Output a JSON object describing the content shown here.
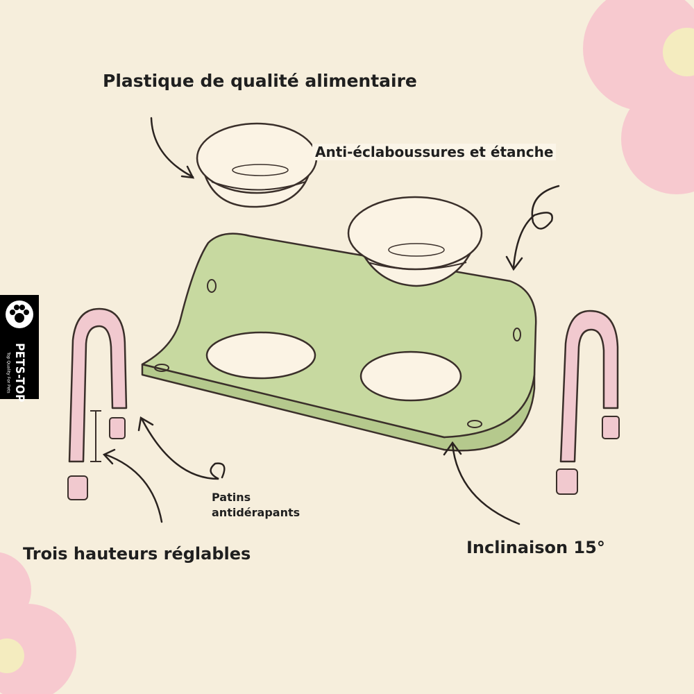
{
  "labels": {
    "food_grade_plastic": "Plastique de qualité alimentaire",
    "splash_proof": "Anti-éclaboussures et étanche",
    "non_slip_pads": "Patins antidérapants",
    "three_heights": "Trois hauteurs réglables",
    "tilt": "Inclinaison 15°"
  },
  "logo": {
    "brand": "PETS-TOP",
    "tagline": "Top Quality For Pets",
    "icon": "paw-icon"
  },
  "colors": {
    "background": "#f6eedc",
    "tray": "#c7d9a0",
    "bowl": "#fbf3e4",
    "legs": "#f1c9cf",
    "flower": "#f7c9cf",
    "outline": "#3a2f2a"
  }
}
